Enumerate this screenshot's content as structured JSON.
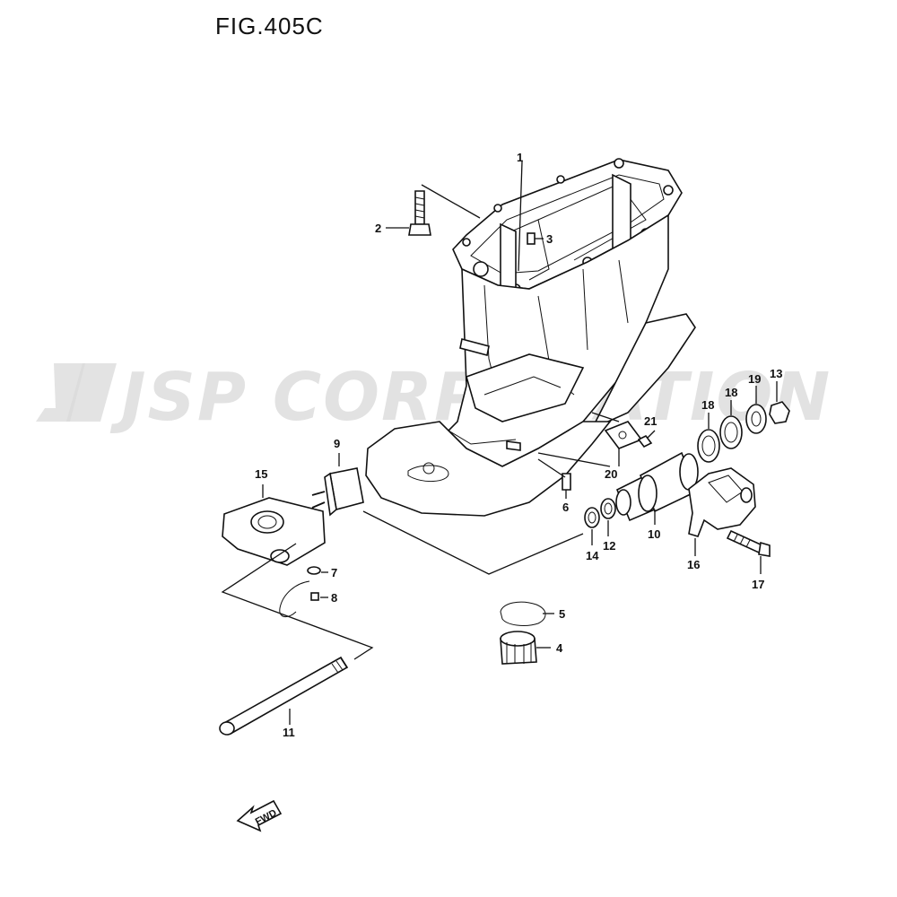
{
  "figure": {
    "title": "FIG.405C"
  },
  "watermark": {
    "text": "JSP CORPORATION"
  },
  "direction": {
    "label": "FWD"
  },
  "callouts": {
    "c1": "1",
    "c2": "2",
    "c3": "3",
    "c4": "4",
    "c5": "5",
    "c6": "6",
    "c7": "7",
    "c8": "8",
    "c9": "9",
    "c10": "10",
    "c11": "11",
    "c12": "12",
    "c13": "13",
    "c14": "14",
    "c15": "15",
    "c16": "16",
    "c17": "17",
    "c18a": "18",
    "c18b": "18",
    "c19": "19",
    "c20": "20",
    "c21": "21"
  }
}
